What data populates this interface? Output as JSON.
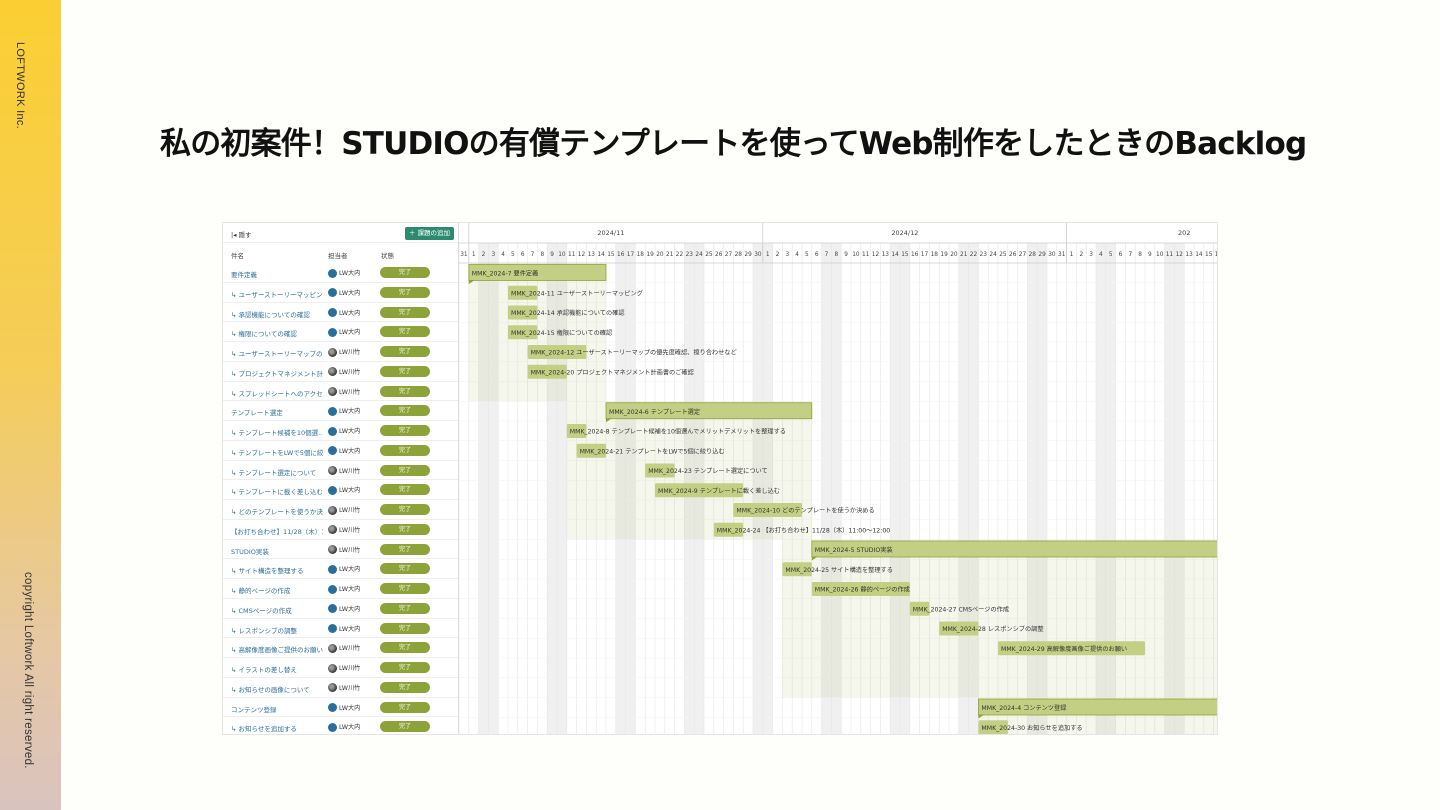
{
  "slide": {
    "brand": "LOFTWORK Inc.",
    "copyright": "copyright Loftwork All right reserved.",
    "title": "私の初案件！STUDIOの有償テンプレートを使ってWeb制作をしたときのBacklog",
    "colors": {
      "accent": "#fbcf33",
      "status_done": "#8ca33a",
      "add_button": "#2d8a6f",
      "bar": "#c3cf82"
    }
  },
  "backlog": {
    "hide_label": "隠す",
    "add_button": "課題の追加",
    "columns": {
      "name": "件名",
      "assignee": "担当者",
      "status": "状態"
    },
    "months": [
      "2024/11",
      "2024/12",
      "202"
    ],
    "rows": [
      {
        "name": "要件定義",
        "assignee": "LW大内",
        "avatar": "blue",
        "status": "完了"
      },
      {
        "name": "↳ ユーザーストーリーマッピング",
        "assignee": "LW大内",
        "avatar": "blue",
        "status": "完了"
      },
      {
        "name": "↳ 承認機能についての確認",
        "assignee": "LW大内",
        "avatar": "blue",
        "status": "完了"
      },
      {
        "name": "↳ 権限についての確認",
        "assignee": "LW大内",
        "avatar": "blue",
        "status": "完了"
      },
      {
        "name": "↳ ユーザーストーリーマップの...",
        "assignee": "LW川竹",
        "avatar": "photo",
        "status": "完了"
      },
      {
        "name": "↳ プロジェクトマネジメント計...",
        "assignee": "LW川竹",
        "avatar": "photo",
        "status": "完了"
      },
      {
        "name": "↳ スプレッドシートへのアクセ...",
        "assignee": "LW川竹",
        "avatar": "photo",
        "status": "完了"
      },
      {
        "name": "テンプレート選定",
        "assignee": "LW大内",
        "avatar": "blue",
        "status": "完了"
      },
      {
        "name": "↳ テンプレート候補を10個選...",
        "assignee": "LW大内",
        "avatar": "blue",
        "status": "完了"
      },
      {
        "name": "↳ テンプレートをLWで5個に絞...",
        "assignee": "LW大内",
        "avatar": "blue",
        "status": "完了"
      },
      {
        "name": "↳ テンプレート選定について",
        "assignee": "LW川竹",
        "avatar": "photo",
        "status": "完了"
      },
      {
        "name": "↳ テンプレートに載く差し込む",
        "assignee": "LW大内",
        "avatar": "blue",
        "status": "完了"
      },
      {
        "name": "↳ どのテンプレートを使うか決...",
        "assignee": "LW川竹",
        "avatar": "photo",
        "status": "完了"
      },
      {
        "name": "【お打ち合わせ】11/28（木）1...",
        "assignee": "LW川竹",
        "avatar": "photo",
        "status": "完了"
      },
      {
        "name": "STUDIO実装",
        "assignee": "LW川竹",
        "avatar": "photo",
        "status": "完了"
      },
      {
        "name": "↳ サイト構造を整理する",
        "assignee": "LW大内",
        "avatar": "blue",
        "status": "完了"
      },
      {
        "name": "↳ 静的ページの作成",
        "assignee": "LW大内",
        "avatar": "blue",
        "status": "完了"
      },
      {
        "name": "↳ CMSページの作成",
        "assignee": "LW大内",
        "avatar": "blue",
        "status": "完了"
      },
      {
        "name": "↳ レスポンシブの調整",
        "assignee": "LW大内",
        "avatar": "blue",
        "status": "完了"
      },
      {
        "name": "↳ 高解像度画像ご提供のお願い",
        "assignee": "LW川竹",
        "avatar": "photo",
        "status": "完了"
      },
      {
        "name": "↳ イラストの差し替え",
        "assignee": "LW川竹",
        "avatar": "photo",
        "status": "完了"
      },
      {
        "name": "↳ お知らせの画像について",
        "assignee": "LW川竹",
        "avatar": "photo",
        "status": "完了"
      },
      {
        "name": "コンテンツ登録",
        "assignee": "LW大内",
        "avatar": "blue",
        "status": "完了"
      },
      {
        "name": "↳ お知らせを追加する",
        "assignee": "LW大内",
        "avatar": "blue",
        "status": "完了"
      }
    ],
    "gantt_bars": [
      {
        "row": 0,
        "parent": true,
        "start": "2024-11-01",
        "end": "2024-11-14",
        "label": "MMK_2024-7  要件定義"
      },
      {
        "row": 1,
        "start": "2024-11-05",
        "end": "2024-11-07",
        "label": "MMK_2024-11  ユーザーストーリーマッピング"
      },
      {
        "row": 2,
        "start": "2024-11-05",
        "end": "2024-11-07",
        "label": "MMK_2024-14  承認機能についての確認"
      },
      {
        "row": 3,
        "start": "2024-11-05",
        "end": "2024-11-07",
        "label": "MMK_2024-15  権限についての確認"
      },
      {
        "row": 4,
        "start": "2024-11-07",
        "end": "2024-11-12",
        "label": "MMK_2024-12  ユーザーストーリーマップの優先度確認、擦り合わせなど"
      },
      {
        "row": 5,
        "start": "2024-11-07",
        "end": "2024-11-10",
        "label": "MMK_2024-20  プロジェクトマネジメント計画書のご確認"
      },
      {
        "row": 7,
        "parent": true,
        "start": "2024-11-15",
        "end": "2024-12-05",
        "label": "MMK_2024-6  テンプレート選定"
      },
      {
        "row": 8,
        "start": "2024-11-11",
        "end": "2024-11-12",
        "label": "MMK_2024-8  テンプレート候補を10個選んでメリットデメリットを整理する"
      },
      {
        "row": 9,
        "start": "2024-11-12",
        "end": "2024-11-14",
        "label": "MMK_2024-21  テンプレートをLWで5個に絞り込む"
      },
      {
        "row": 10,
        "start": "2024-11-19",
        "end": "2024-11-21",
        "label": "MMK_2024-23  テンプレート選定について"
      },
      {
        "row": 11,
        "start": "2024-11-20",
        "end": "2024-11-28",
        "label": "MMK_2024-9  テンプレートに載く差し込む"
      },
      {
        "row": 12,
        "start": "2024-11-28",
        "end": "2024-12-04",
        "label": "MMK_2024-10  どのテンプレートを使うか決める"
      },
      {
        "row": 13,
        "start": "2024-11-26",
        "end": "2024-11-28",
        "label": "MMK_2024-24  【お打ち合わせ】11/28（木）11:00〜12:00"
      },
      {
        "row": 14,
        "parent": true,
        "start": "2024-12-06",
        "end": "2025-01-31",
        "label": "MMK_2024-5  STUDIO実装"
      },
      {
        "row": 15,
        "start": "2024-12-03",
        "end": "2024-12-05",
        "label": "MMK_2024-25  サイト構造を整理する"
      },
      {
        "row": 16,
        "start": "2024-12-06",
        "end": "2024-12-15",
        "label": "MMK_2024-26  静的ページの作成"
      },
      {
        "row": 17,
        "start": "2024-12-16",
        "end": "2024-12-17",
        "label": "MMK_2024-27  CMSページの作成"
      },
      {
        "row": 18,
        "start": "2024-12-19",
        "end": "2024-12-22",
        "label": "MMK_2024-28  レスポンシブの調整"
      },
      {
        "row": 19,
        "start": "2024-12-25",
        "end": "2025-01-08",
        "label": "MMK_2024-29  高解像度画像ご提供のお願い"
      },
      {
        "row": 22,
        "parent": true,
        "start": "2024-12-23",
        "end": "2025-01-31",
        "label": "MMK_2024-4  コンテンツ登録"
      },
      {
        "row": 23,
        "start": "2024-12-23",
        "end": "2024-12-25",
        "label": "MMK_2024-30  お知らせを追加する"
      }
    ]
  }
}
